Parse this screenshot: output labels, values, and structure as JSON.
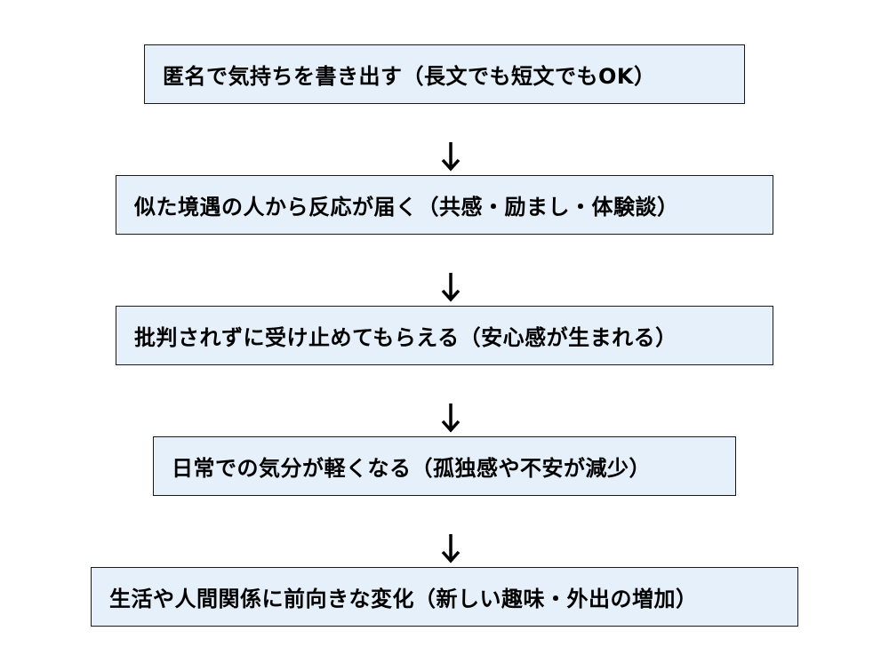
{
  "flow": {
    "steps": [
      {
        "label": "匿名で気持ちを書き出す（長文でも短文でもOK）"
      },
      {
        "label": "似た境遇の人から反応が届く（共感・励まし・体験談）"
      },
      {
        "label": "批判されずに受け止めてもらえる（安心感が生まれる）"
      },
      {
        "label": "日常での気分が軽くなる（孤独感や不安が減少）"
      },
      {
        "label": "生活や人間関係に前向きな変化（新しい趣味・外出の増加）"
      }
    ],
    "arrow_icon": "down-arrow-icon",
    "colors": {
      "box_fill": "#e6f0fb",
      "box_border": "#1a1a1a",
      "text": "#000000",
      "arrow": "#000000"
    }
  }
}
